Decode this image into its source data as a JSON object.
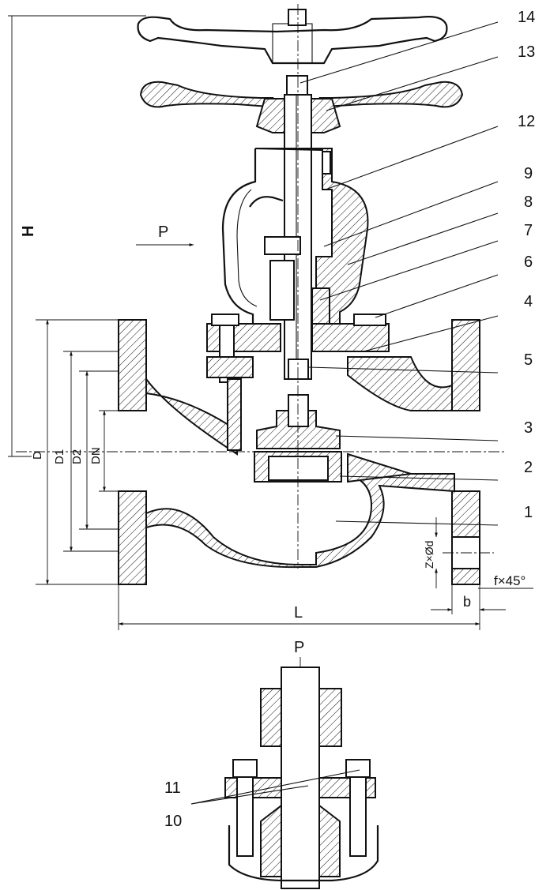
{
  "part_numbers": [
    "14",
    "13",
    "12",
    "9",
    "8",
    "7",
    "6",
    "4",
    "5",
    "3",
    "2",
    "1",
    "11",
    "10"
  ],
  "dimensions": {
    "H": "H",
    "D": "D",
    "D1": "D1",
    "D2": "D2",
    "DN": "DN",
    "L": "L",
    "b": "b",
    "ZxOd": "Z×Ød",
    "chamfer": "f×45°"
  },
  "flow": {
    "main_view": "P",
    "detail_view": "P"
  },
  "colors": {
    "line": "#111111",
    "background": "#ffffff"
  }
}
